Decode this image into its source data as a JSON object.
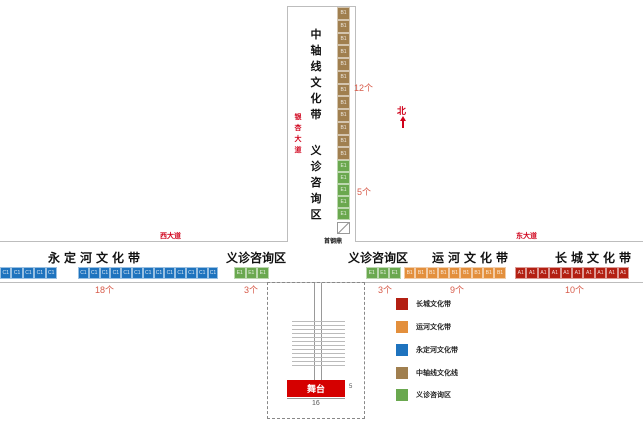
{
  "colors": {
    "changcheng": "#b31f12",
    "yunhe": "#e38f3c",
    "yongding": "#1e73be",
    "zhongzhou": "#a07f4f",
    "yizhen": "#6aa84f",
    "road": "#d0021b",
    "count": "#d75b4a"
  },
  "zones": {
    "zhongzhou": {
      "title": "中轴线文化带",
      "count": "12个",
      "booths": [
        "B1",
        "B1",
        "B1",
        "B1",
        "B1",
        "B1",
        "B1",
        "B1",
        "B1",
        "B1",
        "B1",
        "B1"
      ]
    },
    "yizhen_north": {
      "title": "义诊咨询区",
      "count": "5个",
      "booths": [
        "E1",
        "E1",
        "E1",
        "E1",
        "E1"
      ]
    },
    "yongding": {
      "title": "永定河文化带",
      "count": "18个",
      "booths_a": [
        "C1",
        "C1",
        "C1",
        "C1",
        "C1"
      ],
      "booths_b": [
        "C1",
        "C1",
        "C1",
        "C1",
        "C1",
        "C1",
        "C1",
        "C1",
        "C1",
        "C1",
        "C1",
        "C1",
        "C1"
      ]
    },
    "yizhen_left": {
      "title": "义诊咨询区",
      "count": "3个",
      "booths": [
        "E1",
        "E1",
        "E1"
      ]
    },
    "yizhen_right": {
      "title": "义诊咨询区",
      "count": "3个",
      "booths": [
        "E1",
        "E1",
        "E1"
      ]
    },
    "yunhe": {
      "title": "运河文化带",
      "count": "9个",
      "booths": [
        "B1",
        "B1",
        "B1",
        "B1",
        "B1",
        "B1",
        "B1",
        "B1",
        "B1"
      ]
    },
    "changcheng": {
      "title": "长城文化带",
      "count": "10个",
      "booths": [
        "A1",
        "A1",
        "A1",
        "A1",
        "A1",
        "A1",
        "A1",
        "A1",
        "A1",
        "A1"
      ]
    }
  },
  "roads": {
    "yinxing": "银杏大道",
    "west": "西大道",
    "east": "东大道"
  },
  "north_label": "北",
  "entrance_label": "首钢鼎",
  "stage": {
    "label": "舞台",
    "width": "16",
    "depth": "5"
  },
  "legend": [
    {
      "label": "长城文化带",
      "color": "#b31f12"
    },
    {
      "label": "运河文化带",
      "color": "#e38f3c"
    },
    {
      "label": "永定河文化带",
      "color": "#1e73be"
    },
    {
      "label": "中轴线文化线",
      "color": "#a07f4f"
    },
    {
      "label": "义诊咨询区",
      "color": "#6aa84f"
    }
  ]
}
